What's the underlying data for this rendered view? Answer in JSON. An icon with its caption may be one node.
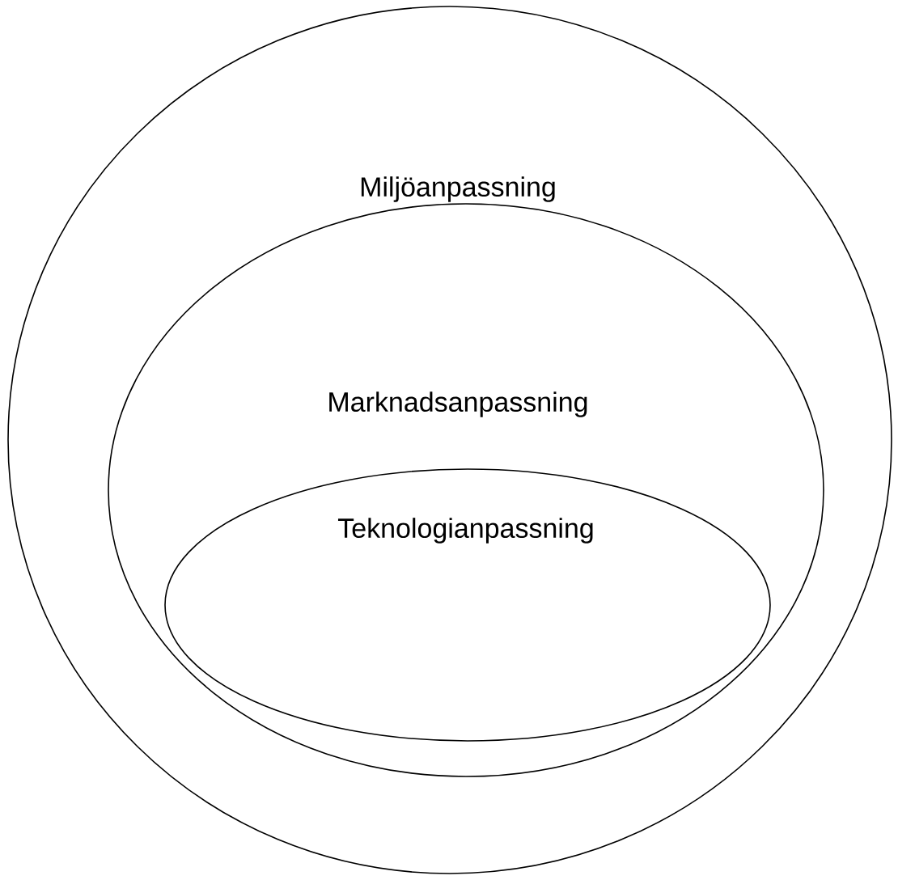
{
  "diagram": {
    "nodes": [
      {
        "text": [
          "Miljöanpassning"
        ]
      },
      {
        "text": [
          "Marknadsanpassning"
        ],
        "in": 0
      },
      {
        "text": [
          "Teknologianpassning"
        ],
        "in": 1
      }
    ]
  }
}
